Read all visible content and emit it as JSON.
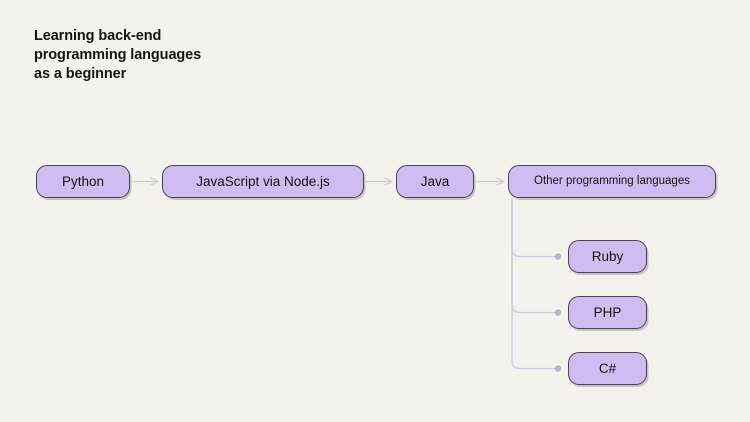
{
  "page": {
    "background_color": "#f4f2ed",
    "title": "Learning back-end\nprogramming languages\nas a beginner"
  },
  "theme": {
    "node_fill": "#cfbcf0",
    "node_border": "#4b4456",
    "node_text": "#15140f",
    "connector_color": "#cdc9dd",
    "dot_color": "#b9b1d4",
    "title_color": "#16150f"
  },
  "diagram": {
    "type": "flowchart",
    "main_flow": [
      {
        "id": "python",
        "label": "Python"
      },
      {
        "id": "javascript",
        "label": "JavaScript via Node.js"
      },
      {
        "id": "java",
        "label": "Java"
      },
      {
        "id": "other",
        "label": "Other programming languages"
      }
    ],
    "branches": [
      {
        "id": "ruby",
        "label": "Ruby",
        "parent": "other"
      },
      {
        "id": "php",
        "label": "PHP",
        "parent": "other"
      },
      {
        "id": "csharp",
        "label": "C#",
        "parent": "other"
      }
    ],
    "connectors": [
      {
        "from": "python",
        "to": "javascript",
        "style": "arrow"
      },
      {
        "from": "javascript",
        "to": "java",
        "style": "arrow"
      },
      {
        "from": "java",
        "to": "other",
        "style": "arrow"
      },
      {
        "from": "other",
        "to": "ruby",
        "style": "elbow-dot"
      },
      {
        "from": "other",
        "to": "php",
        "style": "elbow-dot"
      },
      {
        "from": "other",
        "to": "csharp",
        "style": "elbow-dot"
      }
    ]
  }
}
